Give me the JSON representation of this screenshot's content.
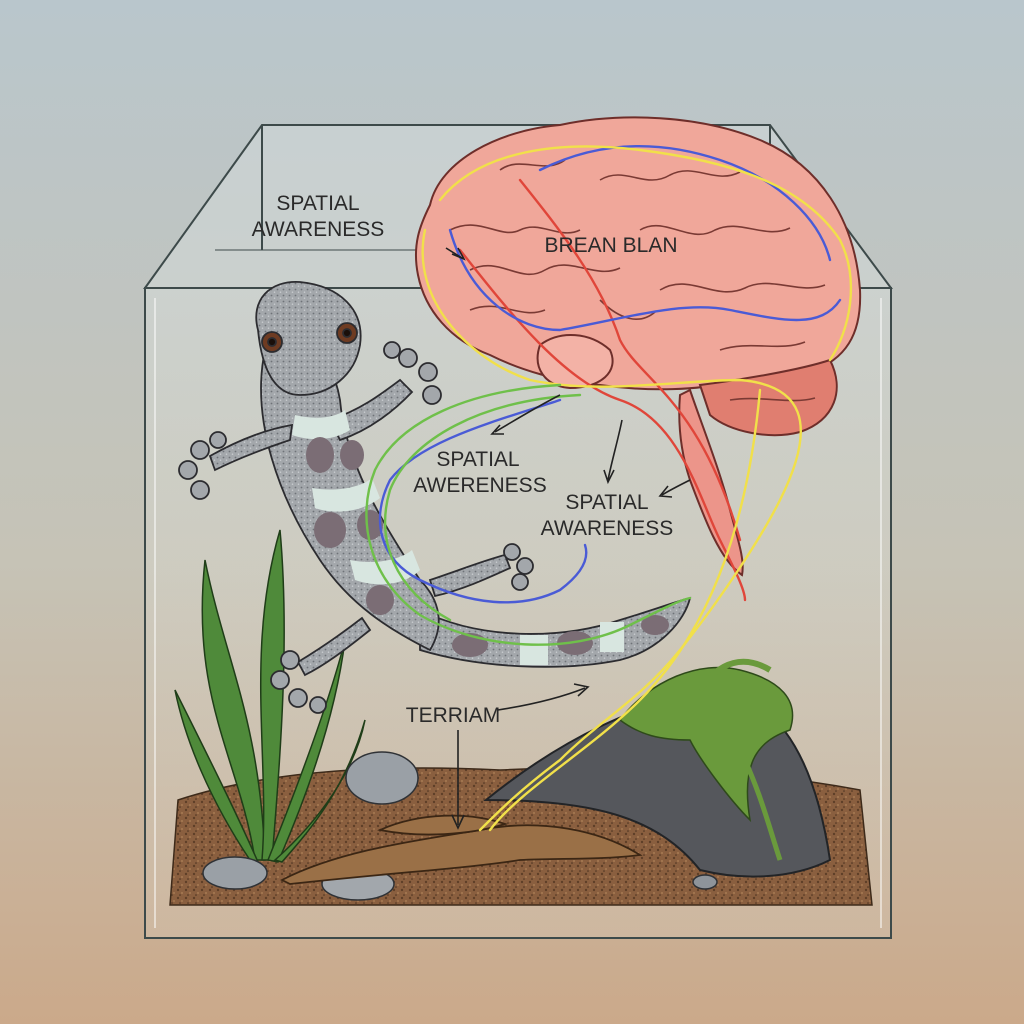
{
  "labels": {
    "top_left_line1": "SPATIAL",
    "top_left_line2": "AWARENESS",
    "brain": "BREAN BLAN",
    "middle_left_line1": "SPATIAL",
    "middle_left_line2": "AWERENESS",
    "middle_right_line1": "SPATIAL",
    "middle_right_line2": "AWARENESS",
    "terrain": "TERRIAM"
  },
  "colors": {
    "background_top": "#b9c6cc",
    "background_bottom": "#cba98a",
    "glass": "#dfe6e4",
    "brain": "#f0a79a",
    "gecko_body": "#9ea2a6",
    "gecko_spots": "#7b6d75",
    "gecko_bands": "#d8e6e0",
    "substrate": "#8a5f3f",
    "moss": "#6a9a3c",
    "rock": "#55575c",
    "pathway_red": "#e0463a",
    "pathway_blue": "#4a5bd6",
    "pathway_yellow": "#f1e04a",
    "pathway_green": "#6fc04a"
  }
}
